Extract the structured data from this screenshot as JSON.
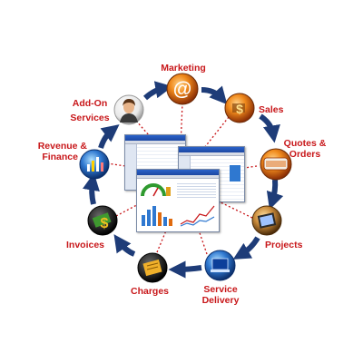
{
  "diagram": {
    "nodes": [
      {
        "id": "marketing",
        "label_lines": [
          "Marketing"
        ],
        "icon": "at-sign-icon",
        "color": "#e06a0e"
      },
      {
        "id": "sales",
        "label_lines": [
          "Sales"
        ],
        "icon": "dollar-icon",
        "color": "#e0700e"
      },
      {
        "id": "quotes",
        "label_lines": [
          "Quotes &",
          "Orders"
        ],
        "icon": "get-quote-icon",
        "color": "#e0601a"
      },
      {
        "id": "projects",
        "label_lines": [
          "Projects"
        ],
        "icon": "notebook-icon",
        "color": "#c98a3a"
      },
      {
        "id": "service",
        "label_lines": [
          "Service",
          "Delivery"
        ],
        "icon": "laptop-icon",
        "color": "#1a5fc9"
      },
      {
        "id": "charges",
        "label_lines": [
          "Charges"
        ],
        "icon": "invoice-icon",
        "color": "#e0a01a"
      },
      {
        "id": "invoices",
        "label_lines": [
          "Invoices"
        ],
        "icon": "money-icon",
        "color": "#2f8a2f"
      },
      {
        "id": "revenue",
        "label_lines": [
          "Revenue &",
          "Finance"
        ],
        "icon": "chart-icon",
        "color": "#1a4fa0"
      },
      {
        "id": "addon",
        "label_lines": [
          "Add-On",
          "Services"
        ],
        "icon": "person-icon",
        "color": "#b07850"
      }
    ],
    "center": {
      "icon": "screenshots-collage-icon"
    },
    "colors": {
      "label": "#c8171a",
      "arrow": "#1e3c78",
      "dotted": "#c8171a"
    }
  }
}
